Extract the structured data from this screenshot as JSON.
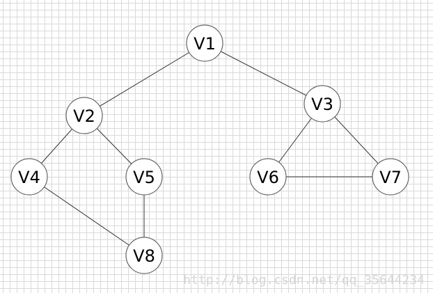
{
  "diagram": {
    "nodes": [
      {
        "id": "V1",
        "label": "V1"
      },
      {
        "id": "V2",
        "label": "V2"
      },
      {
        "id": "V3",
        "label": "V3"
      },
      {
        "id": "V4",
        "label": "V4"
      },
      {
        "id": "V5",
        "label": "V5"
      },
      {
        "id": "V6",
        "label": "V6"
      },
      {
        "id": "V7",
        "label": "V7"
      },
      {
        "id": "V8",
        "label": "V8"
      }
    ],
    "edges": [
      [
        "V1",
        "V2"
      ],
      [
        "V1",
        "V3"
      ],
      [
        "V2",
        "V4"
      ],
      [
        "V2",
        "V5"
      ],
      [
        "V3",
        "V6"
      ],
      [
        "V3",
        "V7"
      ],
      [
        "V6",
        "V7"
      ],
      [
        "V4",
        "V8"
      ],
      [
        "V5",
        "V8"
      ]
    ]
  },
  "watermark": "http://blog.csdn.net/qq_35644234",
  "colors": {
    "grid": "#d9d9d9",
    "edge": "#333333",
    "node_border": "#666666",
    "node_fill": "#ffffff",
    "watermark": "#d6d6d6"
  }
}
